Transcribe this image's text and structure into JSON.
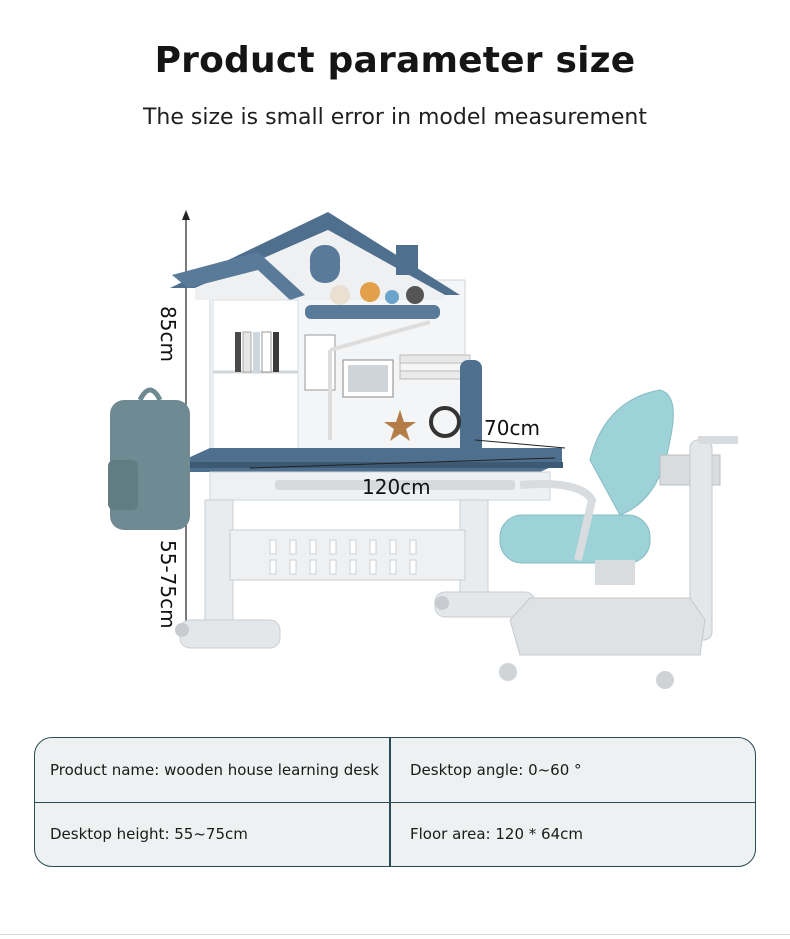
{
  "header": {
    "title": "Product parameter size",
    "subtitle": "The size is small error in model measurement"
  },
  "dimensions": {
    "height_upper": "85cm",
    "height_lower": "55-75cm",
    "depth": "70cm",
    "width": "120cm"
  },
  "specs": {
    "rows": [
      [
        "Product name: wooden house learning desk",
        "Desktop angle: 0~60 °"
      ],
      [
        "Desktop height: 55~75cm",
        "Floor area: 120 * 64cm"
      ]
    ]
  },
  "colors": {
    "roof_blue": "#4f6f8f",
    "desk_white": "#eef0f1",
    "chair_teal": "#9cd2d8",
    "backpack": "#6f8a92",
    "frame_border": "#2b4a57"
  }
}
